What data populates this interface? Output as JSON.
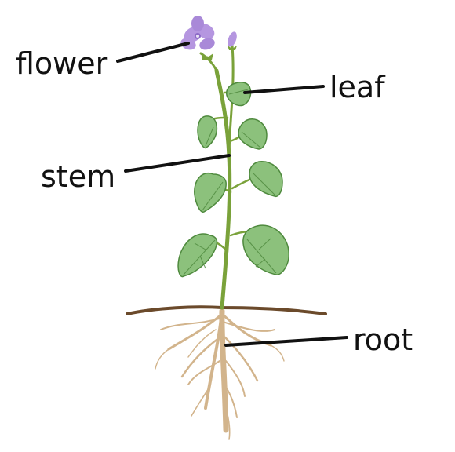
{
  "labels": {
    "flower": "flower",
    "leaf": "leaf",
    "stem": "stem",
    "root": "root"
  },
  "colors": {
    "stem": "#7aa23a",
    "leaf_fill": "#8cc17c",
    "leaf_vein": "#4f8a3e",
    "flower": "#b596e0",
    "flower_dark": "#8d6bc7",
    "soil": "#6b4a2b",
    "root": "#d2b48c",
    "pointer_line": "#111111",
    "label_text": "#111111"
  }
}
